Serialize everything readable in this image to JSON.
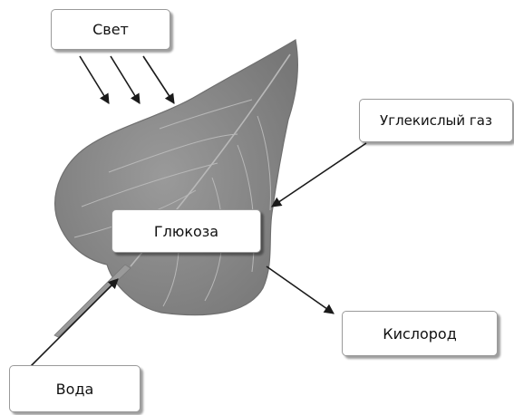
{
  "labels": {
    "light": "Свет",
    "carbon_dioxide": "Углекислый газ",
    "glucose": "Глюкоза",
    "oxygen": "Кислород",
    "water": "Вода"
  },
  "colors": {
    "leaf_fill": "#8a8a8a",
    "leaf_edge": "#6f6f6f",
    "vein": "#b8b8b8",
    "arrow": "#1a1a1a",
    "box_border": "#9a9a9a"
  }
}
